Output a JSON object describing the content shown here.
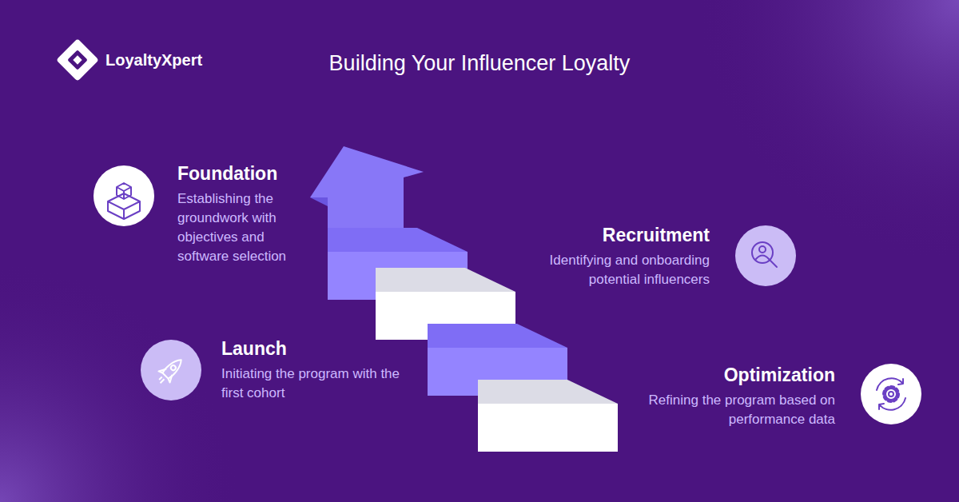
{
  "diagram": {
    "title": "Building Your Influencer Loyalty",
    "nodes": [
      {
        "text": [
          "Foundation",
          "Establishing the groundwork with objectives and software selection"
        ]
      },
      {
        "text": [
          "Recruitment",
          "Identifying and onboarding potential influencers"
        ]
      },
      {
        "text": [
          "Launch",
          "Initiating the program with the first cohort"
        ]
      },
      {
        "text": [
          "Optimization",
          "Refining the program based on performance data"
        ]
      }
    ],
    "labels": [
      "LoyaltyXpert"
    ]
  }
}
